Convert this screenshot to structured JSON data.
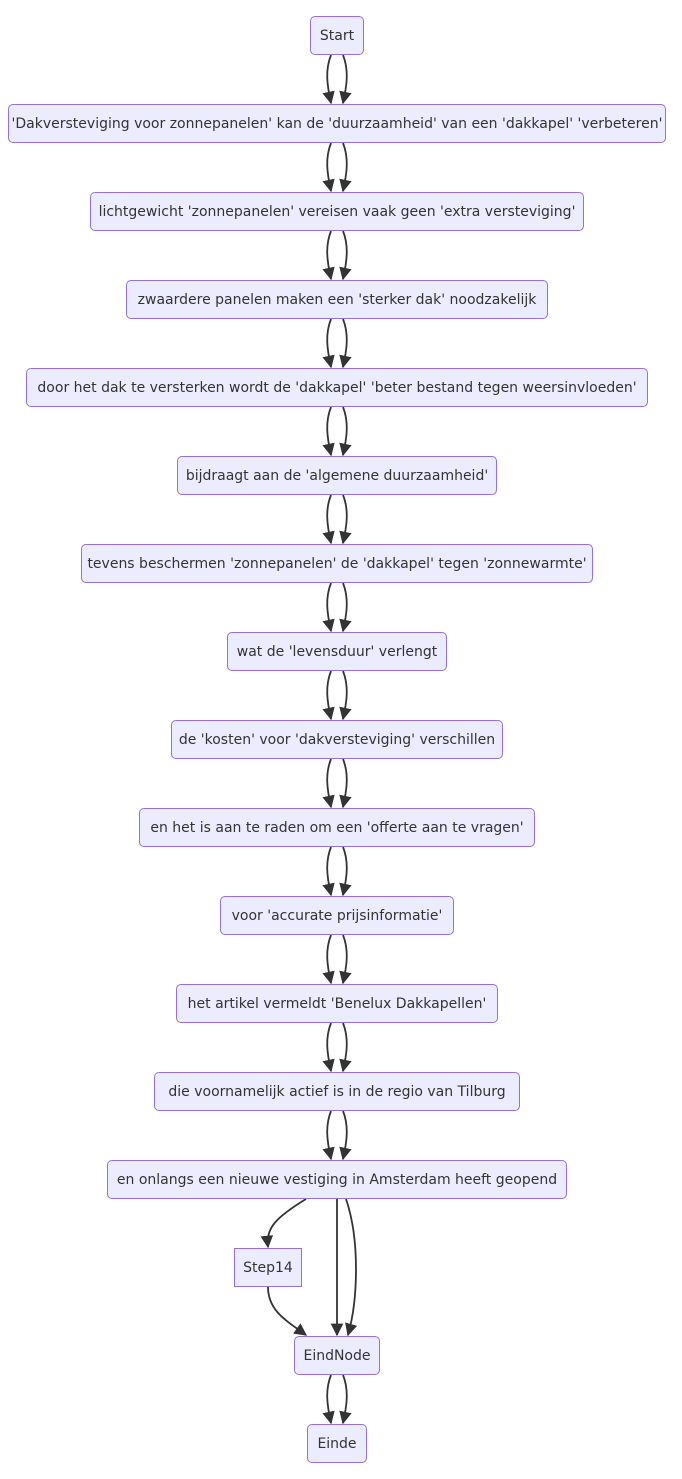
{
  "colors": {
    "node_fill": "#ECECFF",
    "node_border": "#9370DB",
    "edge": "#333333",
    "text": "#333333"
  },
  "nodes": [
    {
      "id": "start",
      "label": "Start"
    },
    {
      "id": "n1",
      "label": "'Dakversteviging voor zonnepanelen' kan de 'duurzaamheid' van een 'dakkapel' 'verbeteren'"
    },
    {
      "id": "n2",
      "label": "lichtgewicht 'zonnepanelen' vereisen vaak geen 'extra versteviging'"
    },
    {
      "id": "n3",
      "label": "zwaardere panelen maken een 'sterker dak' noodzakelijk"
    },
    {
      "id": "n4",
      "label": "door het dak te versterken wordt de 'dakkapel' 'beter bestand tegen weersinvloeden'"
    },
    {
      "id": "n5",
      "label": "bijdraagt aan de 'algemene duurzaamheid'"
    },
    {
      "id": "n6",
      "label": "tevens beschermen 'zonnepanelen' de 'dakkapel' tegen 'zonnewarmte'"
    },
    {
      "id": "n7",
      "label": "wat de 'levensduur' verlengt"
    },
    {
      "id": "n8",
      "label": "de 'kosten' voor 'dakversteviging' verschillen"
    },
    {
      "id": "n9",
      "label": "en het is aan te raden om een 'offerte aan te vragen'"
    },
    {
      "id": "n10",
      "label": "voor 'accurate prijsinformatie'"
    },
    {
      "id": "n11",
      "label": "het artikel vermeldt 'Benelux Dakkapellen'"
    },
    {
      "id": "n12",
      "label": "die voornamelijk actief is in de regio van Tilburg"
    },
    {
      "id": "n13",
      "label": "en onlangs een nieuwe vestiging in Amsterdam heeft geopend"
    },
    {
      "id": "step14",
      "label": "Step14"
    },
    {
      "id": "eind",
      "label": "EindNode"
    },
    {
      "id": "einde",
      "label": "Einde"
    }
  ],
  "edges": [
    [
      "start",
      "n1"
    ],
    [
      "start",
      "n1"
    ],
    [
      "n1",
      "n2"
    ],
    [
      "n1",
      "n2"
    ],
    [
      "n2",
      "n3"
    ],
    [
      "n2",
      "n3"
    ],
    [
      "n3",
      "n4"
    ],
    [
      "n3",
      "n4"
    ],
    [
      "n4",
      "n5"
    ],
    [
      "n4",
      "n5"
    ],
    [
      "n5",
      "n6"
    ],
    [
      "n5",
      "n6"
    ],
    [
      "n6",
      "n7"
    ],
    [
      "n6",
      "n7"
    ],
    [
      "n7",
      "n8"
    ],
    [
      "n7",
      "n8"
    ],
    [
      "n8",
      "n9"
    ],
    [
      "n8",
      "n9"
    ],
    [
      "n9",
      "n10"
    ],
    [
      "n9",
      "n10"
    ],
    [
      "n10",
      "n11"
    ],
    [
      "n10",
      "n11"
    ],
    [
      "n11",
      "n12"
    ],
    [
      "n11",
      "n12"
    ],
    [
      "n12",
      "n13"
    ],
    [
      "n12",
      "n13"
    ],
    [
      "n13",
      "step14"
    ],
    [
      "n13",
      "eind"
    ],
    [
      "n13",
      "eind"
    ],
    [
      "step14",
      "eind"
    ],
    [
      "eind",
      "einde"
    ],
    [
      "eind",
      "einde"
    ]
  ]
}
